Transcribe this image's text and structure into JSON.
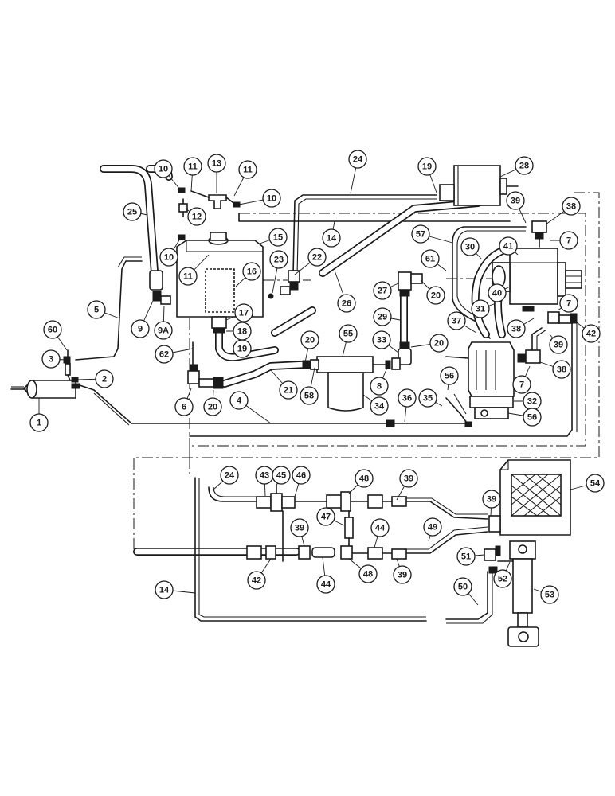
{
  "diagram": {
    "callouts": [
      {
        "id": "c1",
        "label": "1"
      },
      {
        "id": "c2",
        "label": "2"
      },
      {
        "id": "c3",
        "label": "3"
      },
      {
        "id": "c4",
        "label": "4"
      },
      {
        "id": "c5",
        "label": "5"
      },
      {
        "id": "c6",
        "label": "6"
      },
      {
        "id": "c7a",
        "label": "7"
      },
      {
        "id": "c7b",
        "label": "7"
      },
      {
        "id": "c7c",
        "label": "7"
      },
      {
        "id": "c8",
        "label": "8"
      },
      {
        "id": "c9",
        "label": "9"
      },
      {
        "id": "c9a",
        "label": "9A"
      },
      {
        "id": "c10a",
        "label": "10"
      },
      {
        "id": "c10b",
        "label": "10"
      },
      {
        "id": "c10c",
        "label": "10"
      },
      {
        "id": "c11a",
        "label": "11"
      },
      {
        "id": "c11b",
        "label": "11"
      },
      {
        "id": "c11c",
        "label": "11"
      },
      {
        "id": "c12",
        "label": "12"
      },
      {
        "id": "c13",
        "label": "13"
      },
      {
        "id": "c14a",
        "label": "14"
      },
      {
        "id": "c14b",
        "label": "14"
      },
      {
        "id": "c15",
        "label": "15"
      },
      {
        "id": "c16",
        "label": "16"
      },
      {
        "id": "c17",
        "label": "17"
      },
      {
        "id": "c18",
        "label": "18"
      },
      {
        "id": "c19a",
        "label": "19"
      },
      {
        "id": "c19b",
        "label": "19"
      },
      {
        "id": "c20a",
        "label": "20"
      },
      {
        "id": "c20b",
        "label": "20"
      },
      {
        "id": "c20c",
        "label": "20"
      },
      {
        "id": "c20d",
        "label": "20"
      },
      {
        "id": "c21",
        "label": "21"
      },
      {
        "id": "c22",
        "label": "22"
      },
      {
        "id": "c23",
        "label": "23"
      },
      {
        "id": "c24a",
        "label": "24"
      },
      {
        "id": "c24b",
        "label": "24"
      },
      {
        "id": "c25",
        "label": "25"
      },
      {
        "id": "c26",
        "label": "26"
      },
      {
        "id": "c27",
        "label": "27"
      },
      {
        "id": "c28",
        "label": "28"
      },
      {
        "id": "c29",
        "label": "29"
      },
      {
        "id": "c30",
        "label": "30"
      },
      {
        "id": "c31",
        "label": "31"
      },
      {
        "id": "c32",
        "label": "32"
      },
      {
        "id": "c33",
        "label": "33"
      },
      {
        "id": "c34",
        "label": "34"
      },
      {
        "id": "c35",
        "label": "35"
      },
      {
        "id": "c36",
        "label": "36"
      },
      {
        "id": "c37",
        "label": "37"
      },
      {
        "id": "c38a",
        "label": "38"
      },
      {
        "id": "c38b",
        "label": "38"
      },
      {
        "id": "c38c",
        "label": "38"
      },
      {
        "id": "c39a",
        "label": "39"
      },
      {
        "id": "c39b",
        "label": "39"
      },
      {
        "id": "c39c",
        "label": "39"
      },
      {
        "id": "c39d",
        "label": "39"
      },
      {
        "id": "c39e",
        "label": "39"
      },
      {
        "id": "c39f",
        "label": "39"
      },
      {
        "id": "c40",
        "label": "40"
      },
      {
        "id": "c41",
        "label": "41"
      },
      {
        "id": "c42a",
        "label": "42"
      },
      {
        "id": "c42b",
        "label": "42"
      },
      {
        "id": "c43",
        "label": "43"
      },
      {
        "id": "c44a",
        "label": "44"
      },
      {
        "id": "c44b",
        "label": "44"
      },
      {
        "id": "c45",
        "label": "45"
      },
      {
        "id": "c46",
        "label": "46"
      },
      {
        "id": "c47",
        "label": "47"
      },
      {
        "id": "c48a",
        "label": "48"
      },
      {
        "id": "c48b",
        "label": "48"
      },
      {
        "id": "c49",
        "label": "49"
      },
      {
        "id": "c50",
        "label": "50"
      },
      {
        "id": "c51",
        "label": "51"
      },
      {
        "id": "c52",
        "label": "52"
      },
      {
        "id": "c53",
        "label": "53"
      },
      {
        "id": "c54",
        "label": "54"
      },
      {
        "id": "c55",
        "label": "55"
      },
      {
        "id": "c56a",
        "label": "56"
      },
      {
        "id": "c56b",
        "label": "56"
      },
      {
        "id": "c57",
        "label": "57"
      },
      {
        "id": "c58",
        "label": "58"
      },
      {
        "id": "c60",
        "label": "60"
      },
      {
        "id": "c61",
        "label": "61"
      },
      {
        "id": "c62",
        "label": "62"
      }
    ]
  }
}
